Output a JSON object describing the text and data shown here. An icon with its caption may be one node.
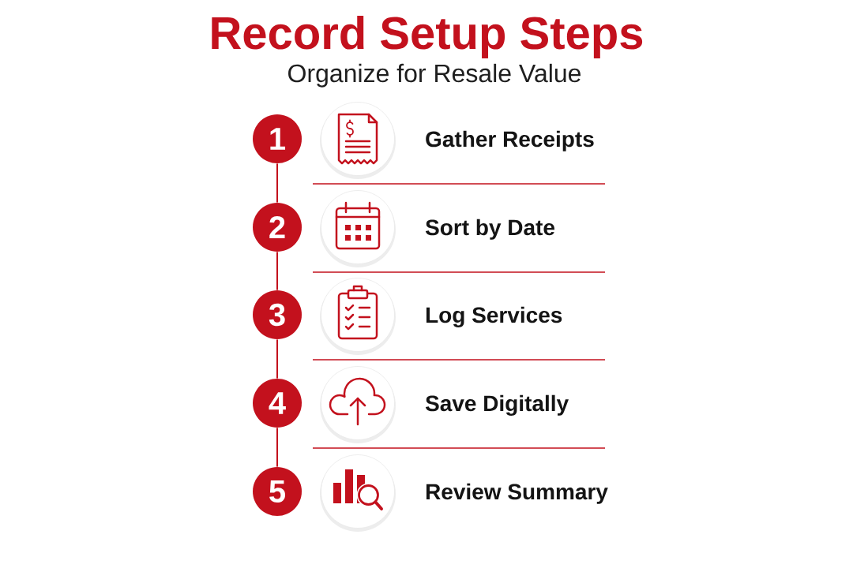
{
  "diagram": {
    "title": "Record Setup Steps",
    "nodes": [
      {
        "text": [
          "1"
        ]
      },
      {
        "text": [
          "2"
        ]
      },
      {
        "text": [
          "3"
        ]
      },
      {
        "text": [
          "4"
        ]
      },
      {
        "text": [
          "5"
        ]
      }
    ],
    "edges": [
      {
        "from": 0,
        "to": 1,
        "arrow": "none"
      },
      {
        "from": 1,
        "to": 2,
        "arrow": "none"
      },
      {
        "from": 2,
        "to": 3,
        "arrow": "none"
      },
      {
        "from": 3,
        "to": 4,
        "arrow": "none"
      }
    ],
    "labels": [
      "Organize for Resale Value",
      "Gather Receipts",
      "Sort by Date",
      "Log Services",
      "Save Digitally",
      "Review Summary"
    ]
  }
}
